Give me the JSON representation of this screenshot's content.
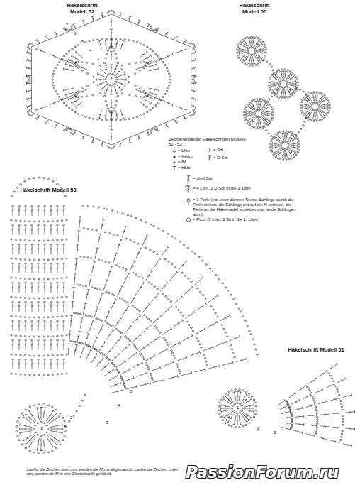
{
  "diagram": {
    "caption": "Laufen die Zeichen oben zus, werden die M zus abgemascht. Laufen die Zeichen unten zus, werden die M in eine Einstichstelle gehäkelt.",
    "labels": [
      "Häkelschrift Modell 52",
      "Häkelschrift Modell 50",
      "Zeichenerklärung Häkelschriften Modelle 50 - 53:",
      "Häkelschrift Modell 53",
      "Häkelschrift Modell 51",
      "PassionForum.ru",
      "1",
      "2",
      "3",
      "4",
      "5",
      "6",
      "7",
      "1",
      "2",
      "3",
      "4",
      "5",
      "1",
      "2",
      "3"
    ],
    "legend": [
      {
        "text": "= Lftm"
      },
      {
        "text": "= Kettm"
      },
      {
        "text": "= fM"
      },
      {
        "text": "= hStb"
      },
      {
        "text": "= Stb"
      },
      {
        "text": "= D-Stb"
      },
      {
        "text": "= dreif Stb"
      },
      {
        "text": "= 4 Lftm, 1 D-Stb in die 1. Lftm"
      },
      {
        "text": "= 1 Perle (mit einer dünnen N eine Schlinge durch die Perle ziehen, die Schlinge mit auf die N nehmen, die Perle an die Häkelnadel schieben und beide Schlingen abm)"
      },
      {
        "text": "= Picot (3 Lftm, 1 fM in die 1. Lftm)"
      }
    ]
  }
}
